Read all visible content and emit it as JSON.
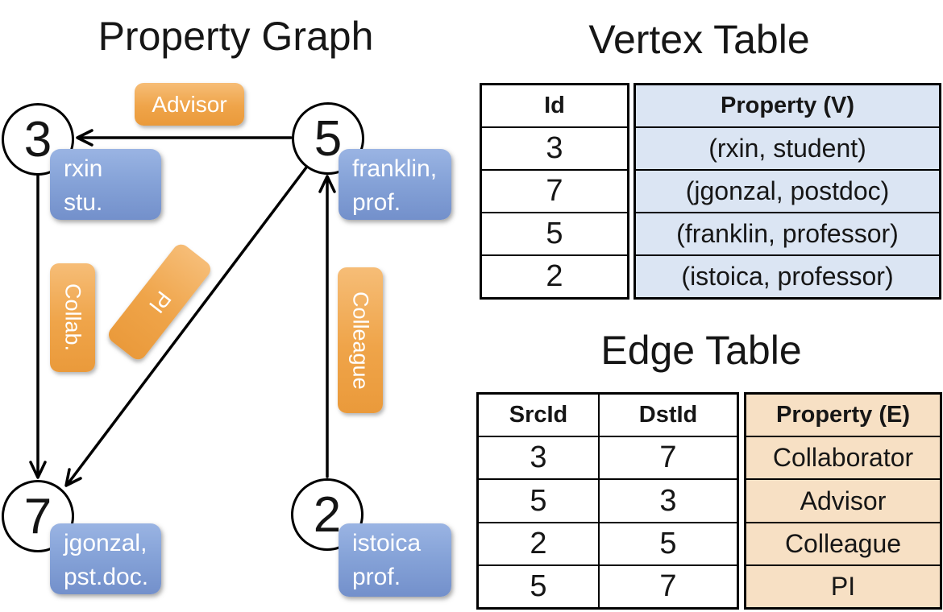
{
  "graph": {
    "title": "Property Graph",
    "nodes": [
      {
        "id": "3",
        "property_lines": [
          "rxin",
          "stu."
        ]
      },
      {
        "id": "5",
        "property_lines": [
          "franklin,",
          "prof."
        ]
      },
      {
        "id": "7",
        "property_lines": [
          "jgonzal,",
          "pst.doc."
        ]
      },
      {
        "id": "2",
        "property_lines": [
          "istoica",
          "prof."
        ]
      }
    ],
    "edges": [
      {
        "src": "5",
        "dst": "3",
        "label": "Advisor"
      },
      {
        "src": "3",
        "dst": "7",
        "label": "Collab."
      },
      {
        "src": "5",
        "dst": "7",
        "label": "PI"
      },
      {
        "src": "2",
        "dst": "5",
        "label": "Colleague"
      }
    ]
  },
  "vertex_table": {
    "title": "Vertex Table",
    "columns": [
      "Id",
      "Property (V)"
    ],
    "rows": [
      [
        "3",
        "(rxin, student)"
      ],
      [
        "7",
        "(jgonzal, postdoc)"
      ],
      [
        "5",
        "(franklin, professor)"
      ],
      [
        "2",
        "(istoica, professor)"
      ]
    ]
  },
  "edge_table": {
    "title": "Edge Table",
    "columns": [
      "SrcId",
      "DstId",
      "Property (E)"
    ],
    "rows": [
      [
        "3",
        "7",
        "Collaborator"
      ],
      [
        "5",
        "3",
        "Advisor"
      ],
      [
        "2",
        "5",
        "Colleague"
      ],
      [
        "5",
        "7",
        "PI"
      ]
    ]
  },
  "colors": {
    "edge_label_fill": "#efa449",
    "vertex_label_fill": "#86a3d8",
    "vertex_table_property_bg": "#dbe5f3",
    "edge_table_property_bg": "#f7e0c4",
    "line_color": "#000000"
  }
}
